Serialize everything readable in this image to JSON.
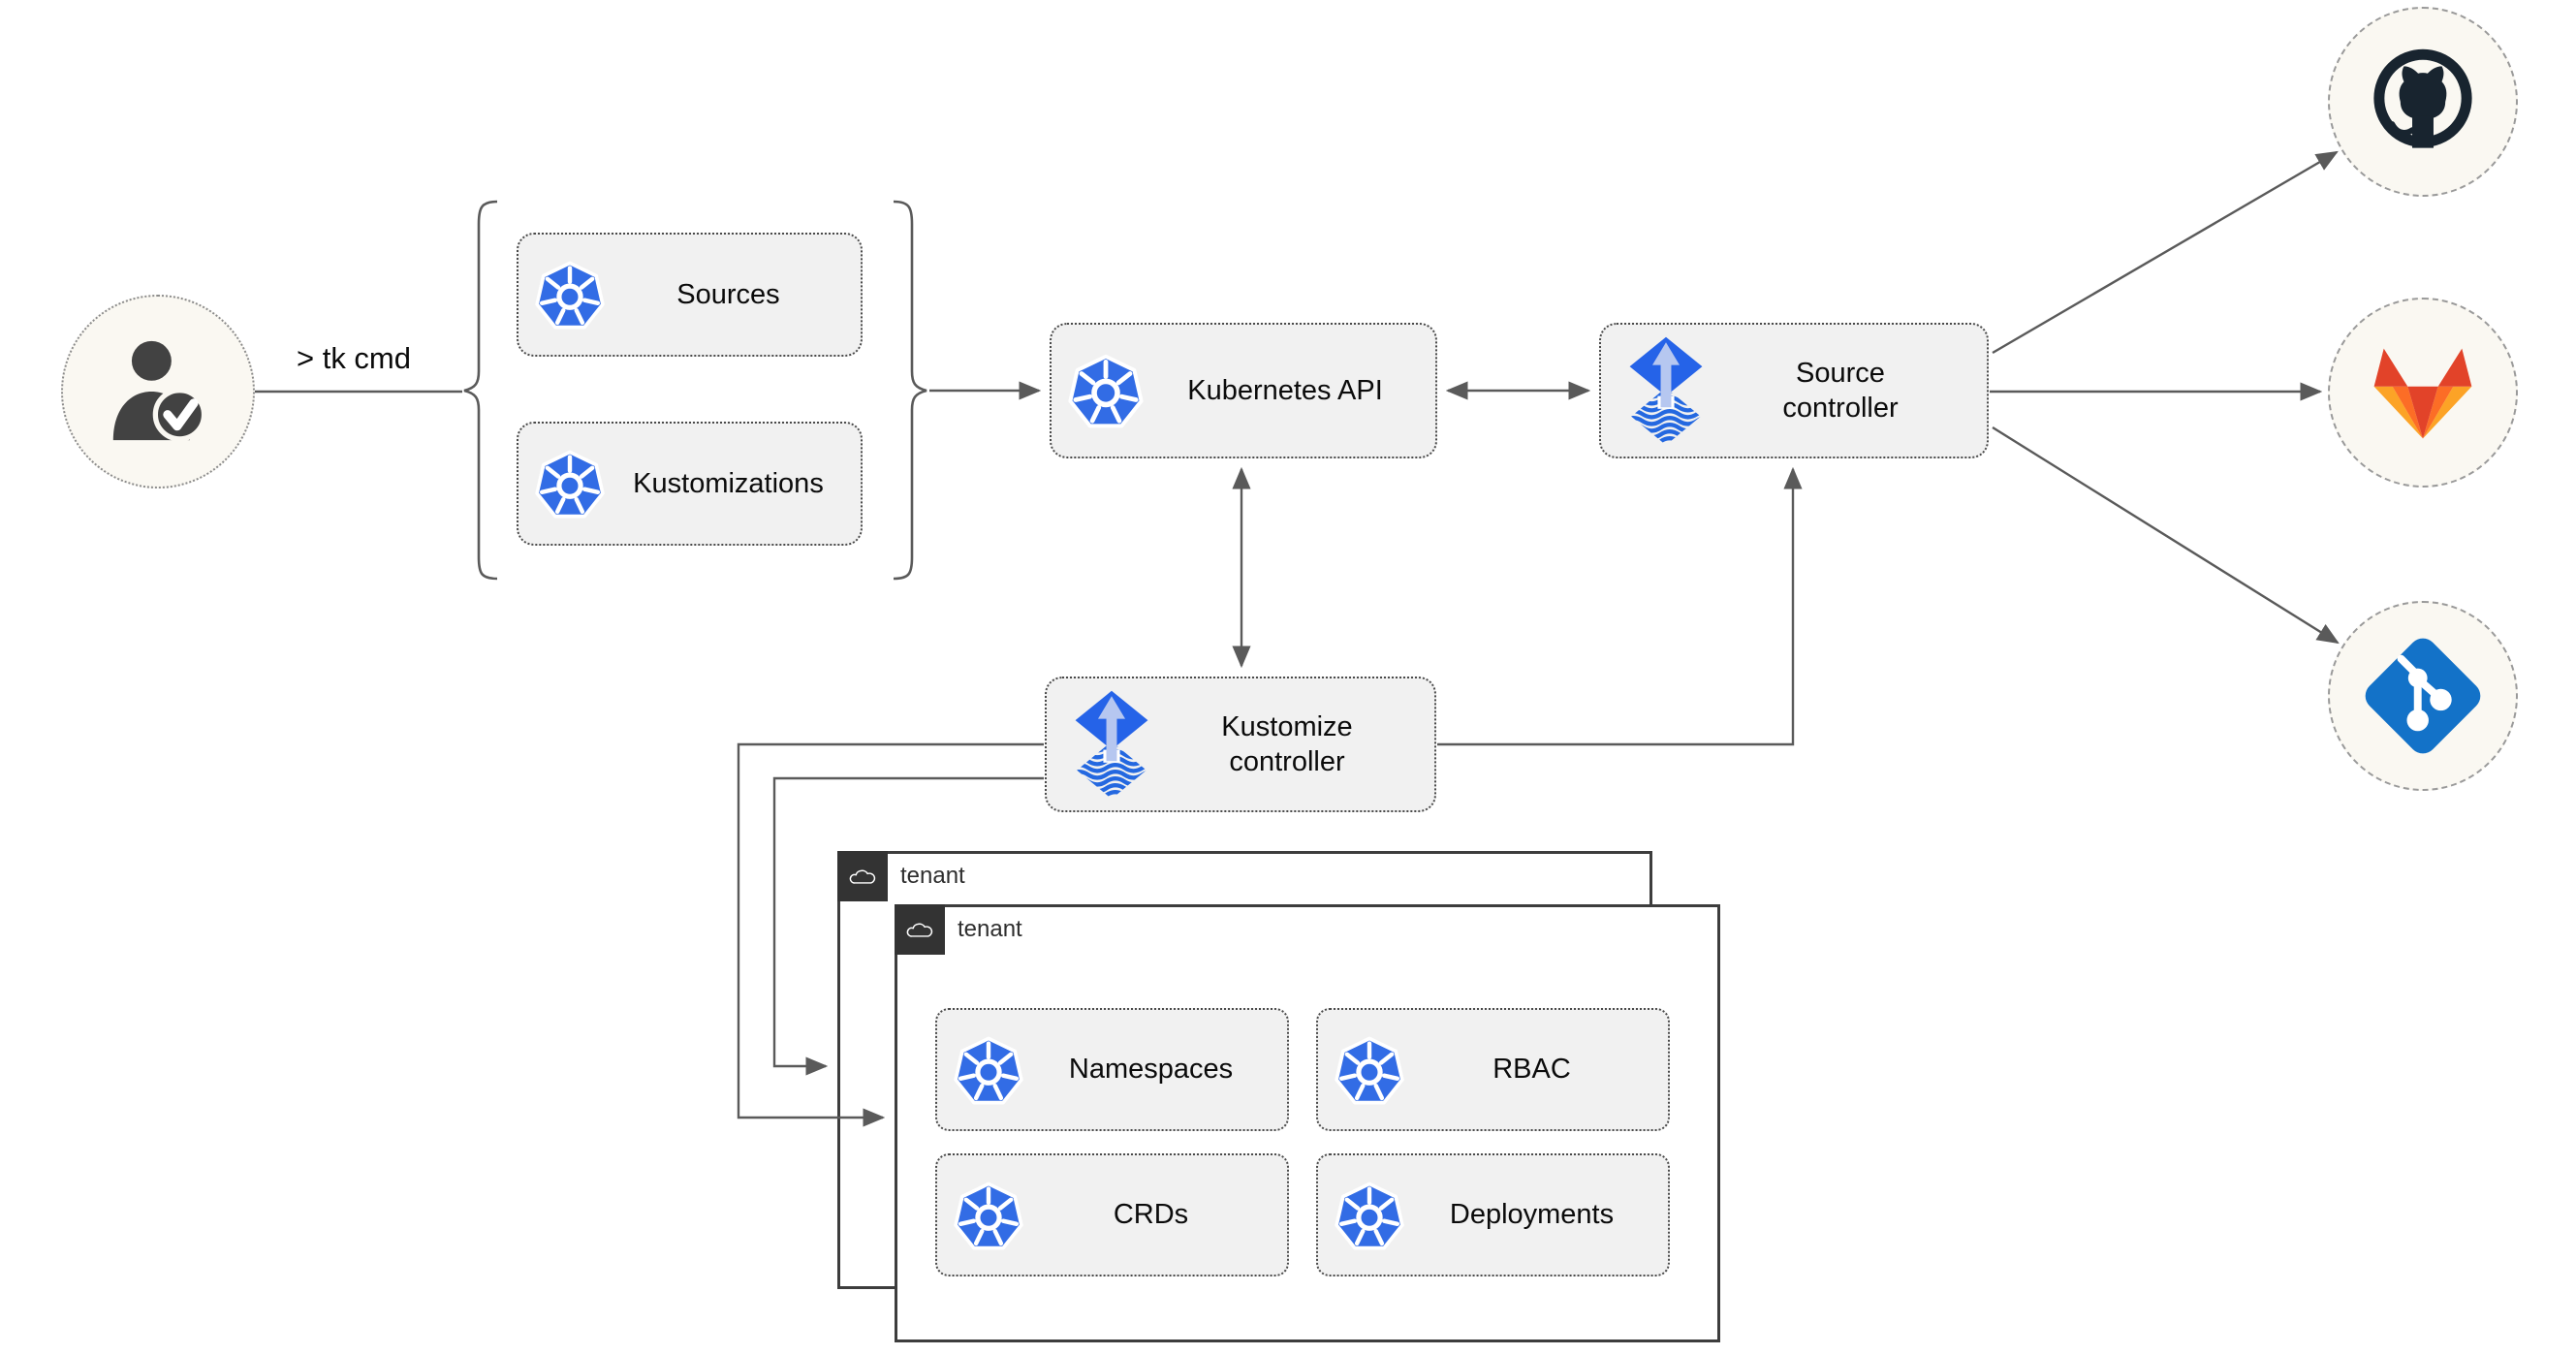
{
  "page": {
    "background": "#ffffff"
  },
  "user": {
    "icon": "user-check-icon",
    "command_label": "> tk cmd"
  },
  "nodes": {
    "sources": {
      "label": "Sources",
      "icon": "kubernetes-icon"
    },
    "kustomizations": {
      "label": "Kustomizations",
      "icon": "kubernetes-icon"
    },
    "kubernetes_api": {
      "label": "Kubernetes API",
      "icon": "kubernetes-icon"
    },
    "source_controller": {
      "label": "Source controller",
      "icon": "flux-icon"
    },
    "kustomize_controller": {
      "label": "Kustomize controller",
      "icon": "flux-icon"
    },
    "namespaces": {
      "label": "Namespaces",
      "icon": "kubernetes-icon"
    },
    "rbac": {
      "label": "RBAC",
      "icon": "kubernetes-icon"
    },
    "crds": {
      "label": "CRDs",
      "icon": "kubernetes-icon"
    },
    "deployments": {
      "label": "Deployments",
      "icon": "kubernetes-icon"
    }
  },
  "groups": {
    "tenant_back": {
      "label": "tenant",
      "icon": "cloud-icon"
    },
    "tenant_front": {
      "label": "tenant",
      "icon": "cloud-icon"
    }
  },
  "git_providers": [
    {
      "name": "github",
      "icon": "github-icon"
    },
    {
      "name": "gitlab",
      "icon": "gitlab-icon"
    },
    {
      "name": "git",
      "icon": "git-icon"
    }
  ],
  "edges": [
    {
      "from": "user",
      "to": "cli-resources-brace",
      "style": "line"
    },
    {
      "from": "cli-resources-brace",
      "to": "kubernetes_api",
      "style": "arrow"
    },
    {
      "from": "kubernetes_api",
      "to": "source_controller",
      "style": "double-arrow"
    },
    {
      "from": "kubernetes_api",
      "to": "kustomize_controller",
      "style": "double-arrow"
    },
    {
      "from": "kustomize_controller",
      "to": "source_controller",
      "style": "arrow"
    },
    {
      "from": "kustomize_controller",
      "to": "tenant_front",
      "style": "arrow"
    },
    {
      "from": "kustomize_controller",
      "to": "tenant_back",
      "style": "arrow"
    },
    {
      "from": "source_controller",
      "to": "github",
      "style": "arrow"
    },
    {
      "from": "source_controller",
      "to": "gitlab",
      "style": "arrow"
    },
    {
      "from": "source_controller",
      "to": "git",
      "style": "arrow"
    }
  ],
  "colors": {
    "kubernetes_blue": "#326ce5",
    "flux_diamond_blue": "#2563e8",
    "flux_waves_blue": "#2468e0",
    "flux_arrow_light": "#b6c7f0",
    "github_dark": "#18242f",
    "gitlab_red": "#e24329",
    "gitlab_orange": "#fc6d26",
    "gitlab_light_orange": "#fca326",
    "git_blue": "#1372c8",
    "connector_gray": "#5a5a5a",
    "node_fill": "#f1f1f1",
    "circle_fill": "#faf8f2",
    "tenant_tab_dark": "#333333"
  }
}
